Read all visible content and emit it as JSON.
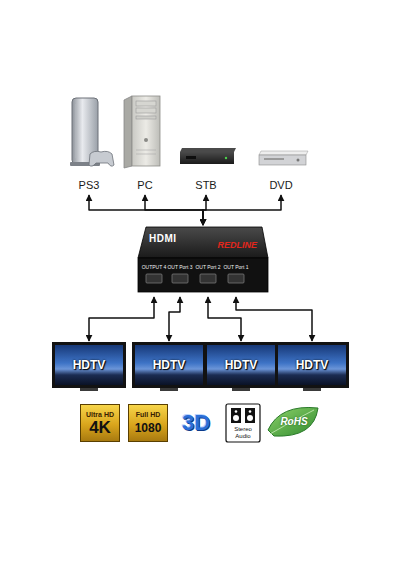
{
  "diagram": {
    "nodes": [
      {
        "text": [
          "PS3"
        ]
      },
      {
        "text": [
          "PC"
        ]
      },
      {
        "text": [
          "STB"
        ]
      },
      {
        "text": [
          "DVD"
        ]
      },
      {
        "text": [
          "HDMI",
          "REDLINE"
        ]
      },
      {
        "text": [
          "HDTV"
        ]
      },
      {
        "text": [
          "HDTV"
        ]
      },
      {
        "text": [
          "HDTV"
        ]
      },
      {
        "text": [
          "HDTV"
        ]
      },
      {
        "text": [
          "Ultra HD",
          "4K"
        ]
      },
      {
        "text": [
          "Full HD",
          "1080"
        ]
      },
      {
        "text": [
          "3D"
        ]
      },
      {
        "text": [
          "Stereo Audio"
        ]
      },
      {
        "text": [
          "RoHS"
        ]
      }
    ],
    "edges": [
      {
        "from": 0,
        "to": 4,
        "arrow": "both"
      },
      {
        "from": 1,
        "to": 4,
        "arrow": "both"
      },
      {
        "from": 2,
        "to": 4,
        "arrow": "both"
      },
      {
        "from": 3,
        "to": 4,
        "arrow": "both"
      },
      {
        "from": 4,
        "to": 5,
        "arrow": "both"
      },
      {
        "from": 4,
        "to": 6,
        "arrow": "both"
      },
      {
        "from": 4,
        "to": 7,
        "arrow": "both"
      },
      {
        "from": 4,
        "to": 8,
        "arrow": "both"
      }
    ],
    "labels": [
      "OUTPUT 4",
      "OUT Port 3",
      "OUT Port 2",
      "OUT Port 1"
    ]
  }
}
